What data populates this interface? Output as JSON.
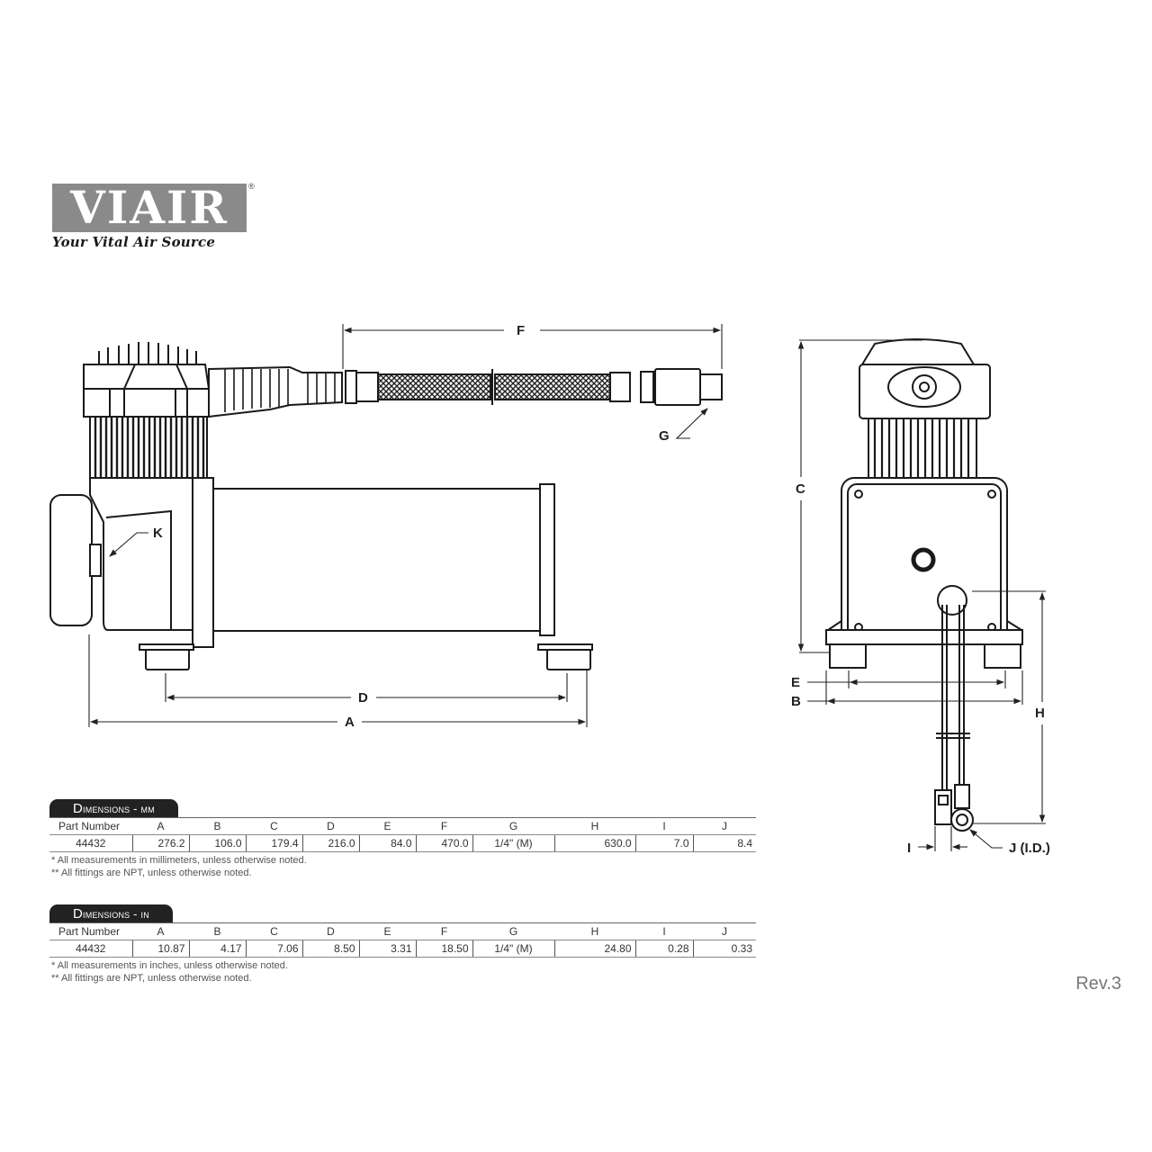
{
  "logo": {
    "brand": "VIAIR",
    "registered_mark": "®",
    "tagline": "Your Vital Air Source"
  },
  "drawing": {
    "side_view_labels": {
      "A": "A",
      "D": "D",
      "F": "F",
      "G": "G",
      "K": "K"
    },
    "end_view_labels": {
      "B": "B",
      "C": "C",
      "E": "E",
      "H": "H",
      "I": "I",
      "J": "J (I.D.)"
    }
  },
  "tables": {
    "mm": {
      "title_first": "D",
      "title_rest": "imensions - mm",
      "headers": [
        "Part Number",
        "A",
        "B",
        "C",
        "D",
        "E",
        "F",
        "G",
        "H",
        "I",
        "J"
      ],
      "rows": [
        [
          "44432",
          "276.2",
          "106.0",
          "179.4",
          "216.0",
          "84.0",
          "470.0",
          "1/4\" (M)",
          "630.0",
          "7.0",
          "8.4"
        ]
      ],
      "notes": [
        "* All measurements in millimeters, unless otherwise noted.",
        "** All fittings are NPT, unless otherwise noted."
      ]
    },
    "in": {
      "title_first": "D",
      "title_rest": "imensions - in",
      "headers": [
        "Part Number",
        "A",
        "B",
        "C",
        "D",
        "E",
        "F",
        "G",
        "H",
        "I",
        "J"
      ],
      "rows": [
        [
          "44432",
          "10.87",
          "4.17",
          "7.06",
          "8.50",
          "3.31",
          "18.50",
          "1/4\" (M)",
          "24.80",
          "0.28",
          "0.33"
        ]
      ],
      "notes": [
        "* All measurements in inches, unless otherwise noted.",
        "** All fittings are NPT, unless otherwise noted."
      ]
    }
  },
  "revision": "Rev.3"
}
